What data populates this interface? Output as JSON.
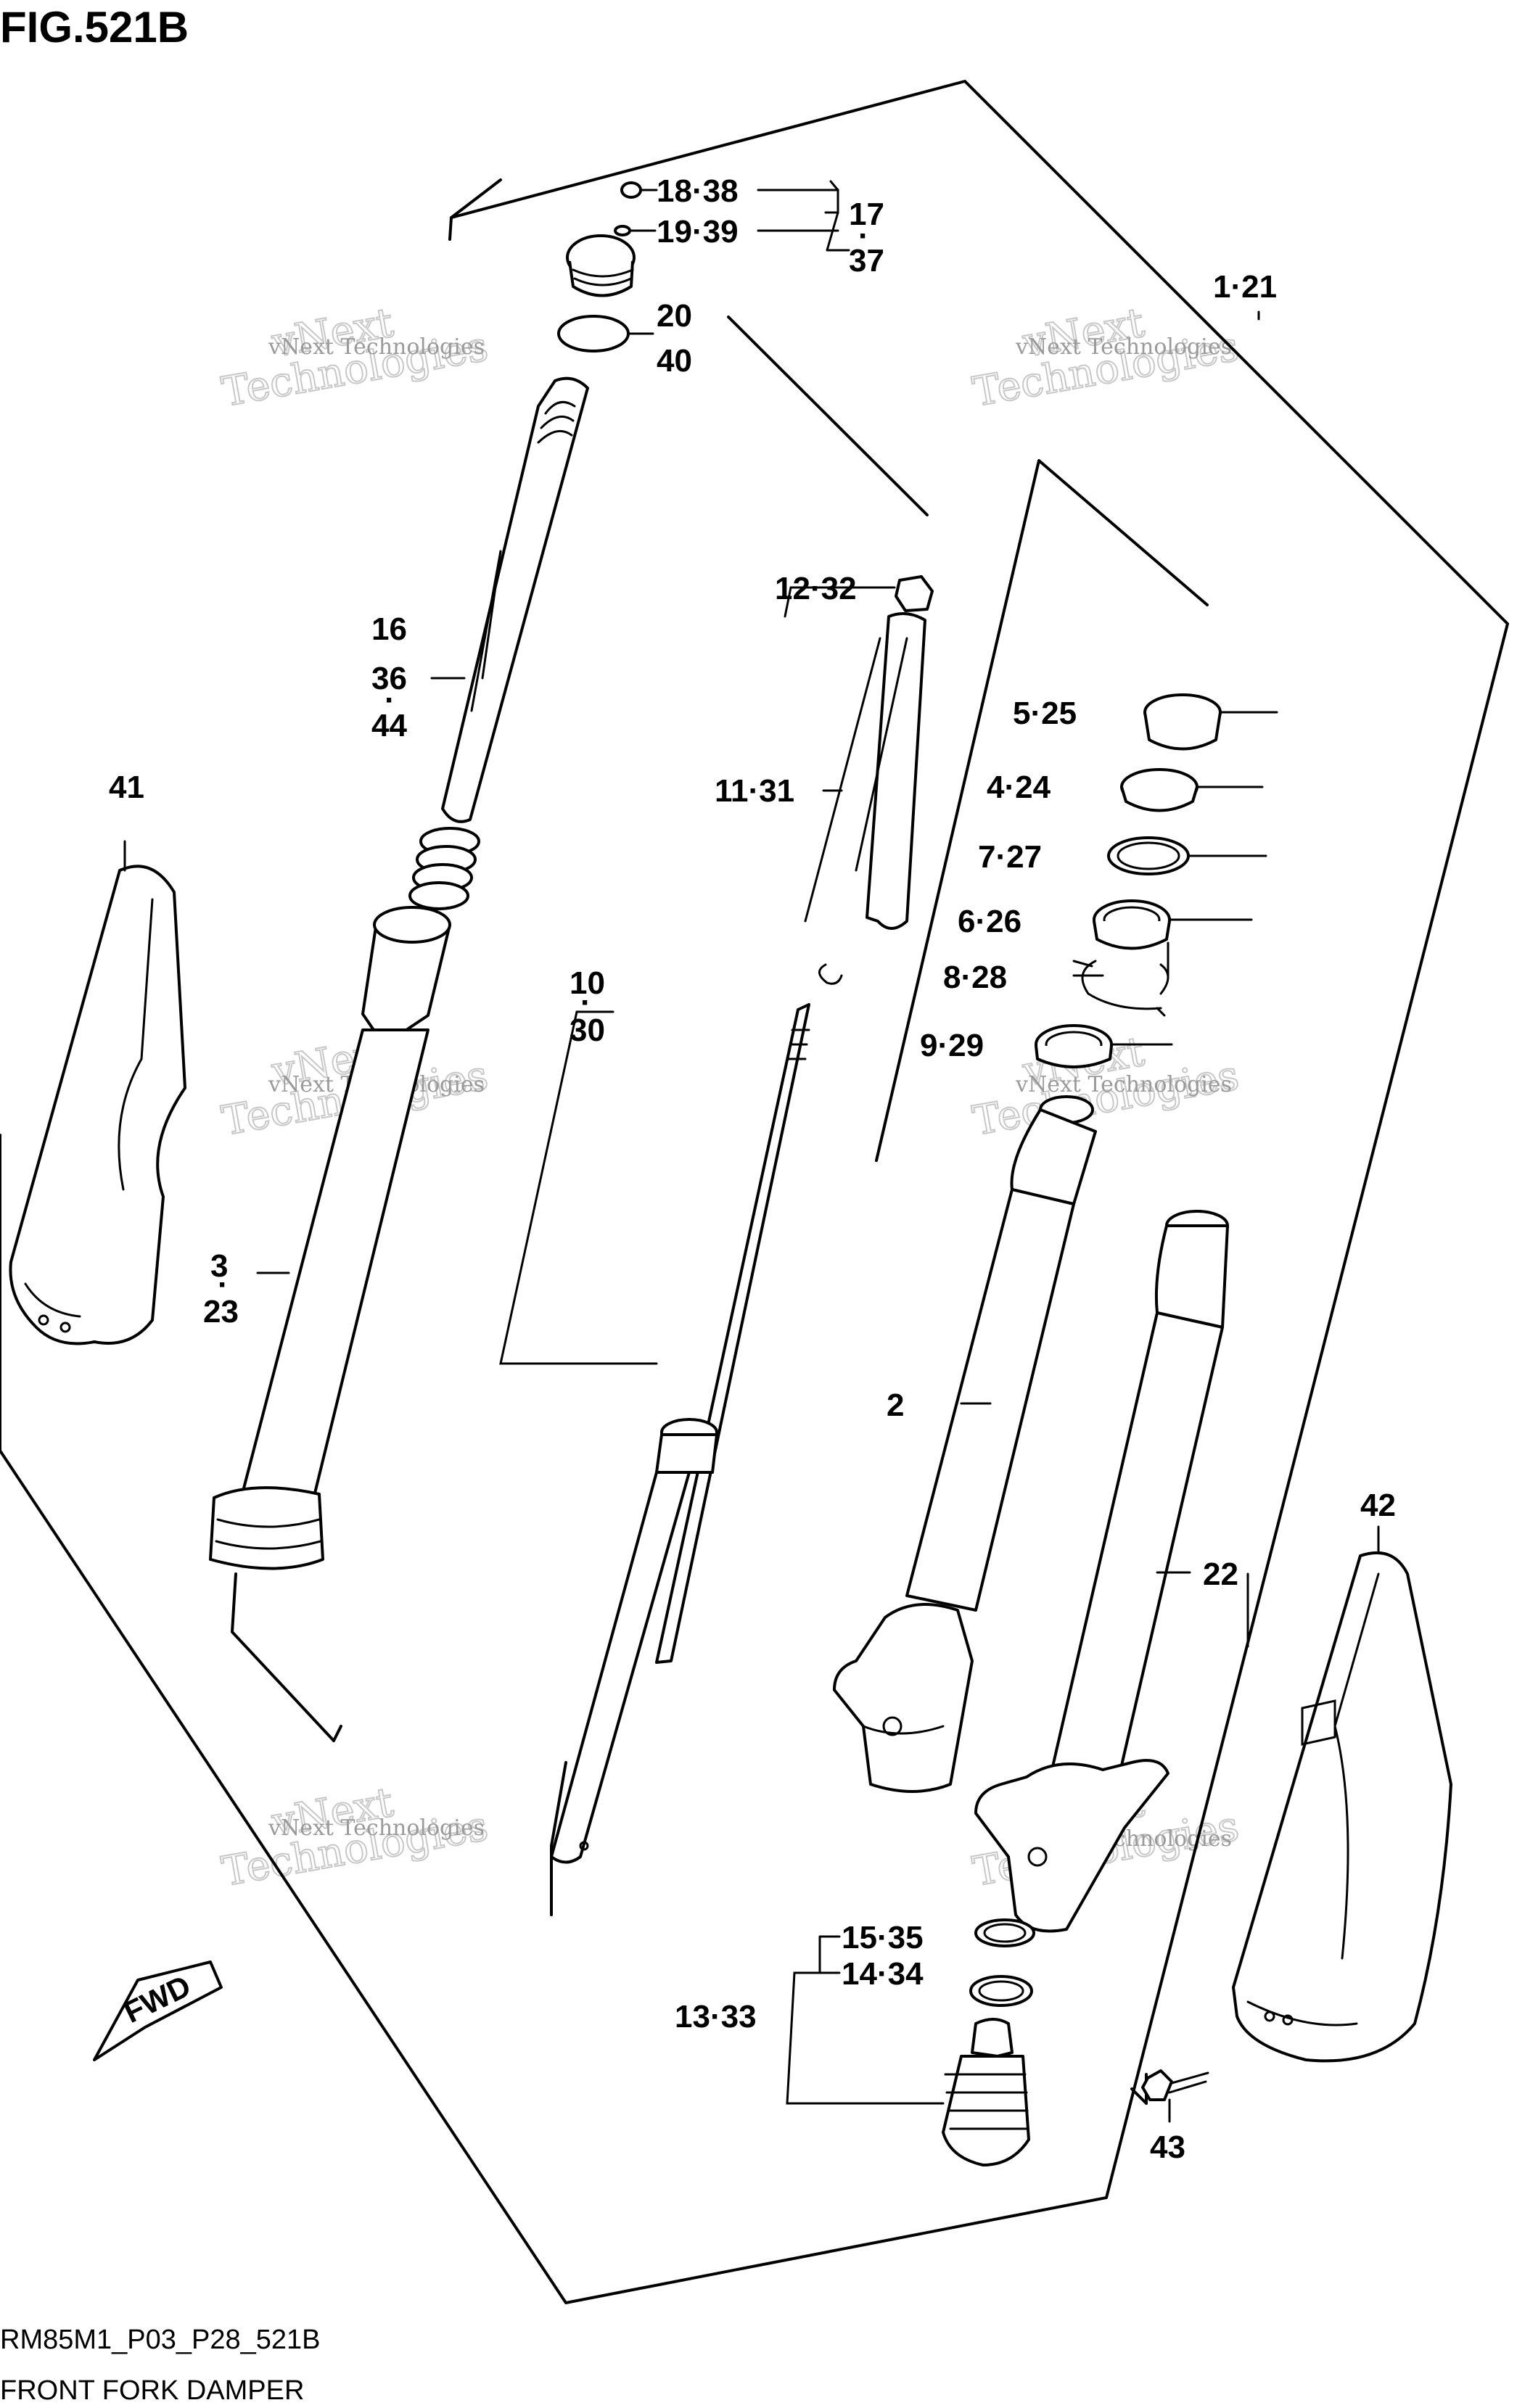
{
  "figure": {
    "title": "FIG.521B"
  },
  "footer": {
    "code": "RM85M1_P03_P28_521B",
    "name": "FRONT FORK DAMPER"
  },
  "direction_arrow": "FWD",
  "watermark": {
    "line1": "vNext Technologies",
    "line2": "vNext",
    "line3": "Technologies"
  },
  "callouts": {
    "p18_38": "18·38",
    "p19_39": "19·39",
    "p17": "17",
    "p37": "37",
    "p20": "20",
    "p40": "40",
    "p1_21": "1·21",
    "p12_32": "12·32",
    "p16": "16",
    "p36": "36",
    "p44": "44",
    "p5_25": "5·25",
    "p41": "41",
    "p11_31": "11·31",
    "p4_24": "4·24",
    "p7_27": "7·27",
    "p6_26": "6·26",
    "p10": "10",
    "p30": "30",
    "p8_28": "8·28",
    "p9_29": "9·29",
    "p3": "3",
    "p23": "23",
    "p2": "2",
    "p22": "22",
    "p42": "42",
    "p15_35": "15·35",
    "p14_34": "14·34",
    "p13_33": "13·33",
    "p43": "43"
  }
}
